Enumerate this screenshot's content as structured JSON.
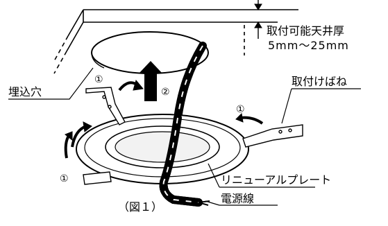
{
  "diagram": {
    "labels": {
      "ceiling_thickness_line1": "取付可能天井厚",
      "ceiling_thickness_line2": "5mm～25mm",
      "embed_hole": "埋込穴",
      "mounting_spring": "取付けばね",
      "renewal_plate": "リニューアルプレート",
      "power_cable": "電源線",
      "figure_caption": "（図１）"
    },
    "step_markers": {
      "step1": "①",
      "step2": "②"
    }
  }
}
